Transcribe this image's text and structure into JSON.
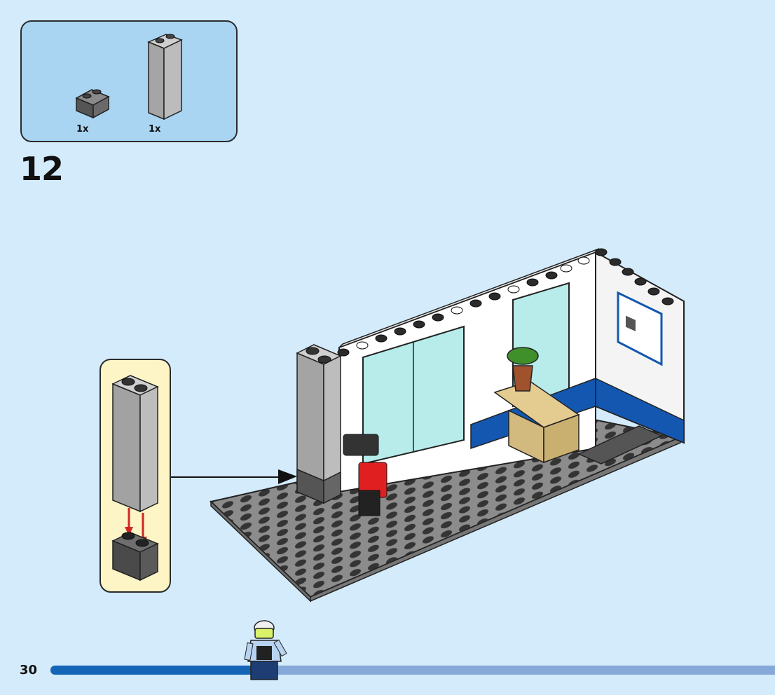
{
  "colors": {
    "background": "#d3ebfb",
    "parts_box": "#a9d5f3",
    "callout": "#fdf5c6",
    "progress_done": "#1565b7",
    "progress_remaining": "#86a9d9",
    "arrow_red": "#d02626"
  },
  "parts": [
    {
      "qty": "1x",
      "icon": "dark-gray-brick-1x2-icon"
    },
    {
      "qty": "1x",
      "icon": "medium-gray-brick-1x2x5-icon"
    }
  ],
  "step": {
    "number": "12"
  },
  "page": {
    "number": "30",
    "progress": 0.29
  },
  "icons": {
    "callout": "brick-stacking-detail-icon",
    "model": "police-station-build-model-icon",
    "minifig": "police-minifigure-icon"
  }
}
